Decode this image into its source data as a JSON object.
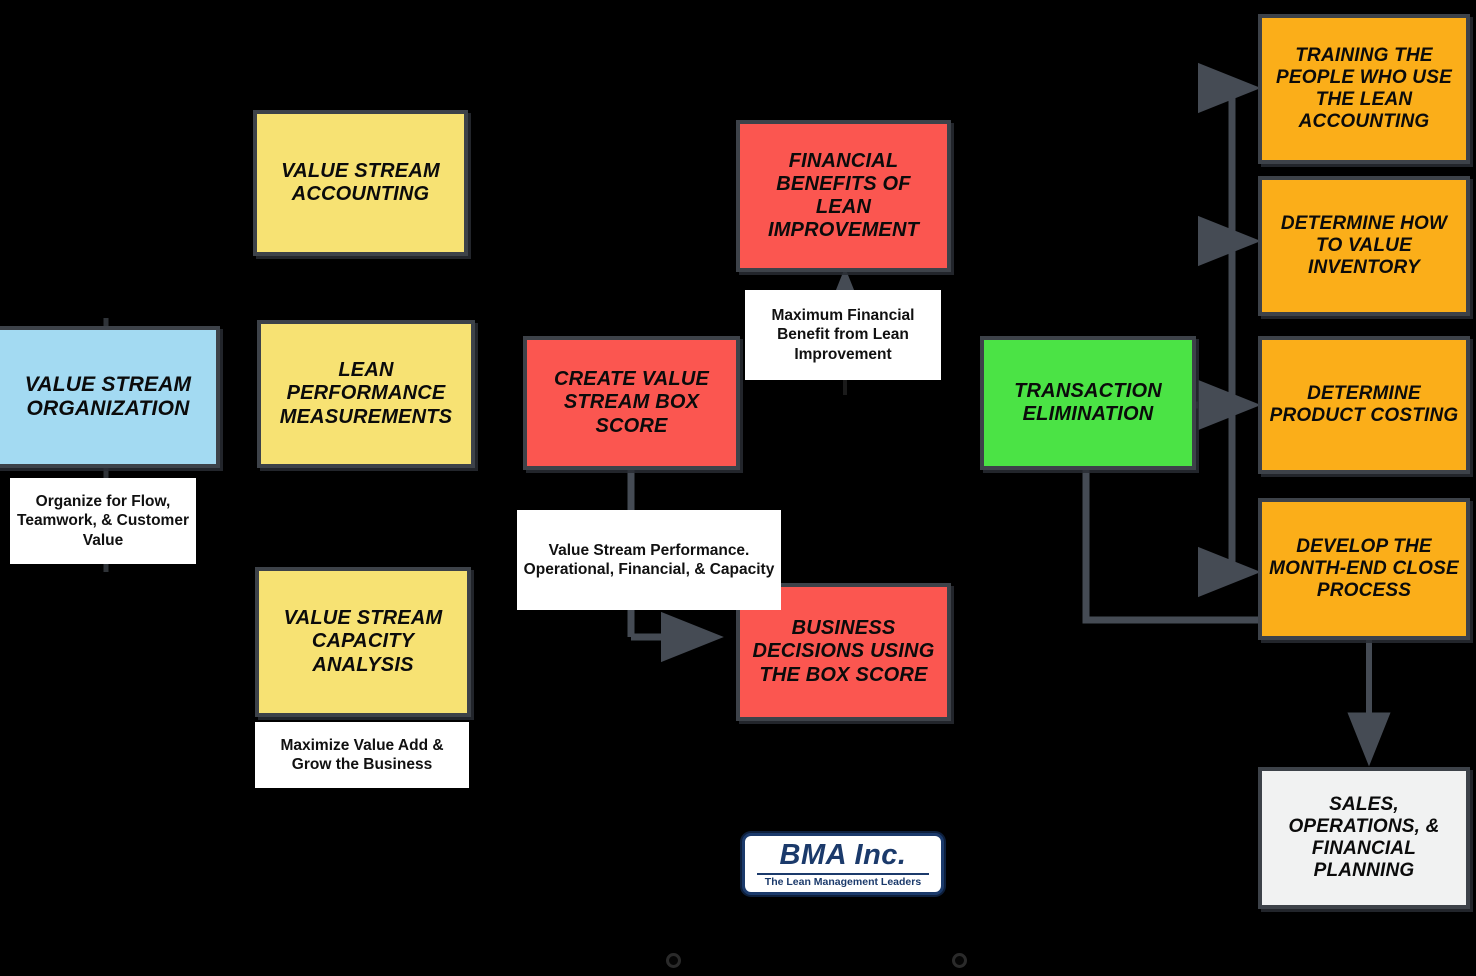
{
  "diagram": {
    "title": "Lean Accounting Maturity Path",
    "background_color": "#000000",
    "palette": {
      "blue": "#A3DAF2",
      "yellow": "#F7E273",
      "red": "#FB5650",
      "green": "#4BE345",
      "orange": "#FBAE19",
      "white": "#F1F2F2",
      "border": "#3D4249",
      "connector": "#454B54",
      "logo_navy": "#1B3A6B"
    }
  },
  "nodes": {
    "value_stream_organization": "VALUE STREAM ORGANIZATION",
    "value_stream_accounting": "VALUE STREAM ACCOUNTING",
    "lean_performance_measurements": "LEAN PERFORMANCE MEASUREMENTS",
    "value_stream_capacity_analysis": "VALUE STREAM CAPACITY ANALYSIS",
    "create_value_stream_box_score": "CREATE VALUE STREAM BOX SCORE",
    "financial_benefits_of_lean_improvement": "FINANCIAL BENEFITS OF LEAN IMPROVEMENT",
    "business_decisions_using_the_box_score": "BUSINESS DECISIONS USING THE BOX SCORE",
    "transaction_elimination": "TRANSACTION ELIMINATION",
    "training_the_people": "TRAINING THE PEOPLE WHO USE THE LEAN ACCOUNTING",
    "determine_how_to_value_inventory": "DETERMINE HOW TO VALUE INVENTORY",
    "determine_product_costing": "DETERMINE PRODUCT COSTING",
    "develop_the_month_end_close_process": "DEVELOP THE MONTH-END CLOSE PROCESS",
    "sales_operations_financial_planning": "SALES, OPERATIONS, & FINANCIAL PLANNING"
  },
  "annotations": {
    "organize_for_flow": "Organize for Flow, Teamwork, & Customer Value",
    "maximize_value_add": "Maximize Value Add & Grow the Business",
    "maximum_financial_benefit": "Maximum Financial Benefit from Lean Improvement",
    "value_stream_performance": "Value Stream Performance. Operational, Financial, & Capacity"
  },
  "logo": {
    "name": "BMA Inc.",
    "tagline": "The Lean Management Leaders"
  }
}
